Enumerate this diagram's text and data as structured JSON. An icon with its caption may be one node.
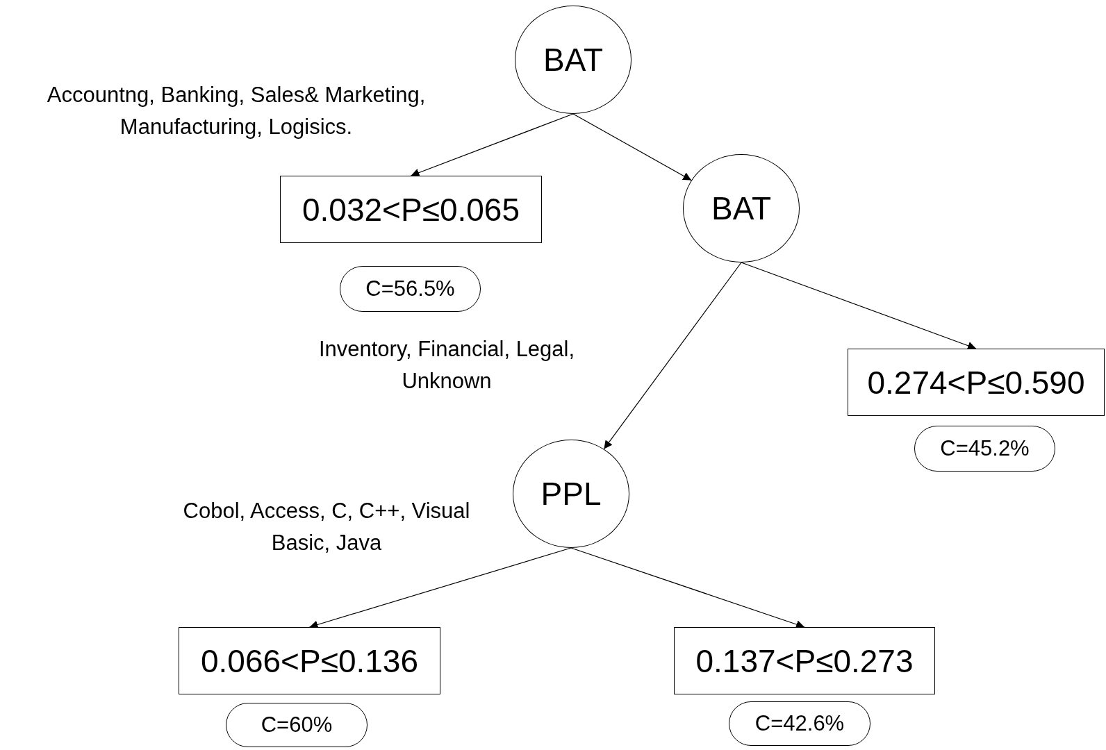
{
  "diagram": {
    "nodes": [
      {
        "text": [
          "BAT"
        ]
      },
      {
        "text": [
          "0.032<P≤0.065"
        ]
      },
      {
        "text": [
          "BAT"
        ]
      },
      {
        "text": [
          "C=56.5%"
        ]
      },
      {
        "text": [
          "0.274<P≤0.590"
        ]
      },
      {
        "text": [
          "C=45.2%"
        ]
      },
      {
        "text": [
          "PPL"
        ]
      },
      {
        "text": [
          "0.066<P≤0.136"
        ]
      },
      {
        "text": [
          "0.137<P≤0.273"
        ]
      },
      {
        "text": [
          "C=60%"
        ]
      },
      {
        "text": [
          "C=42.6%"
        ]
      }
    ],
    "edges": [
      {
        "from": 0,
        "to": 1,
        "arrow": "to",
        "label": "Accountng, Banking, Sales& Marketing, Manufacturing, Logisics."
      },
      {
        "from": 0,
        "to": 2,
        "arrow": "to"
      },
      {
        "from": 2,
        "to": 4,
        "arrow": "to"
      },
      {
        "from": 2,
        "to": 6,
        "arrow": "to",
        "label": "Inventory, Financial, Legal, Unknown"
      },
      {
        "from": 6,
        "to": 7,
        "arrow": "to",
        "label": "Cobol, Access, C, C++, Visual Basic, Java"
      },
      {
        "from": 6,
        "to": 8,
        "arrow": "to"
      }
    ]
  }
}
